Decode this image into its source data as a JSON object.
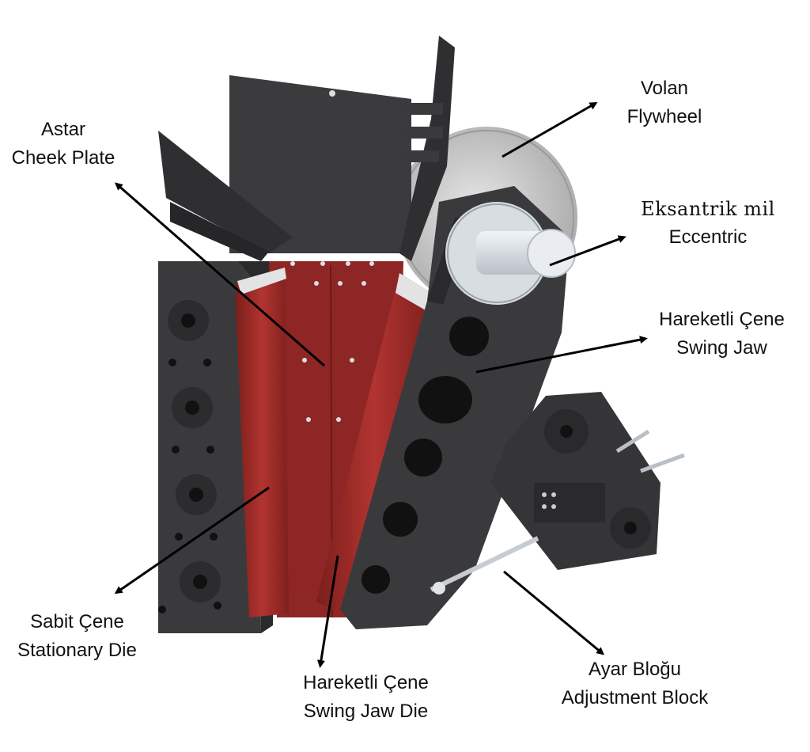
{
  "labels": {
    "cheek_plate": {
      "tr": "Astar",
      "en": "Cheek Plate"
    },
    "flywheel": {
      "tr": "Volan",
      "en": "Flywheel"
    },
    "eccentric": {
      "tr": "Eksantrik mil",
      "en": "Eccentric"
    },
    "swing_jaw": {
      "tr": "Hareketli Çene",
      "en": "Swing Jaw"
    },
    "stationary_die": {
      "tr": "Sabit Çene",
      "en": "Stationary Die"
    },
    "swing_jaw_die": {
      "tr": "Hareketli Çene",
      "en": "Swing Jaw Die"
    },
    "adjustment_block": {
      "tr": "Ayar Bloğu",
      "en": "Adjustment Block"
    }
  },
  "colors": {
    "frame": "#3a3a3c",
    "frame_dark": "#2a2a2c",
    "die_red": "#a8302c",
    "die_red_dark": "#6e1c1a",
    "flywheel": "#cfcfcf",
    "shaft": "#dfe3e8",
    "arrow": "#000000"
  }
}
